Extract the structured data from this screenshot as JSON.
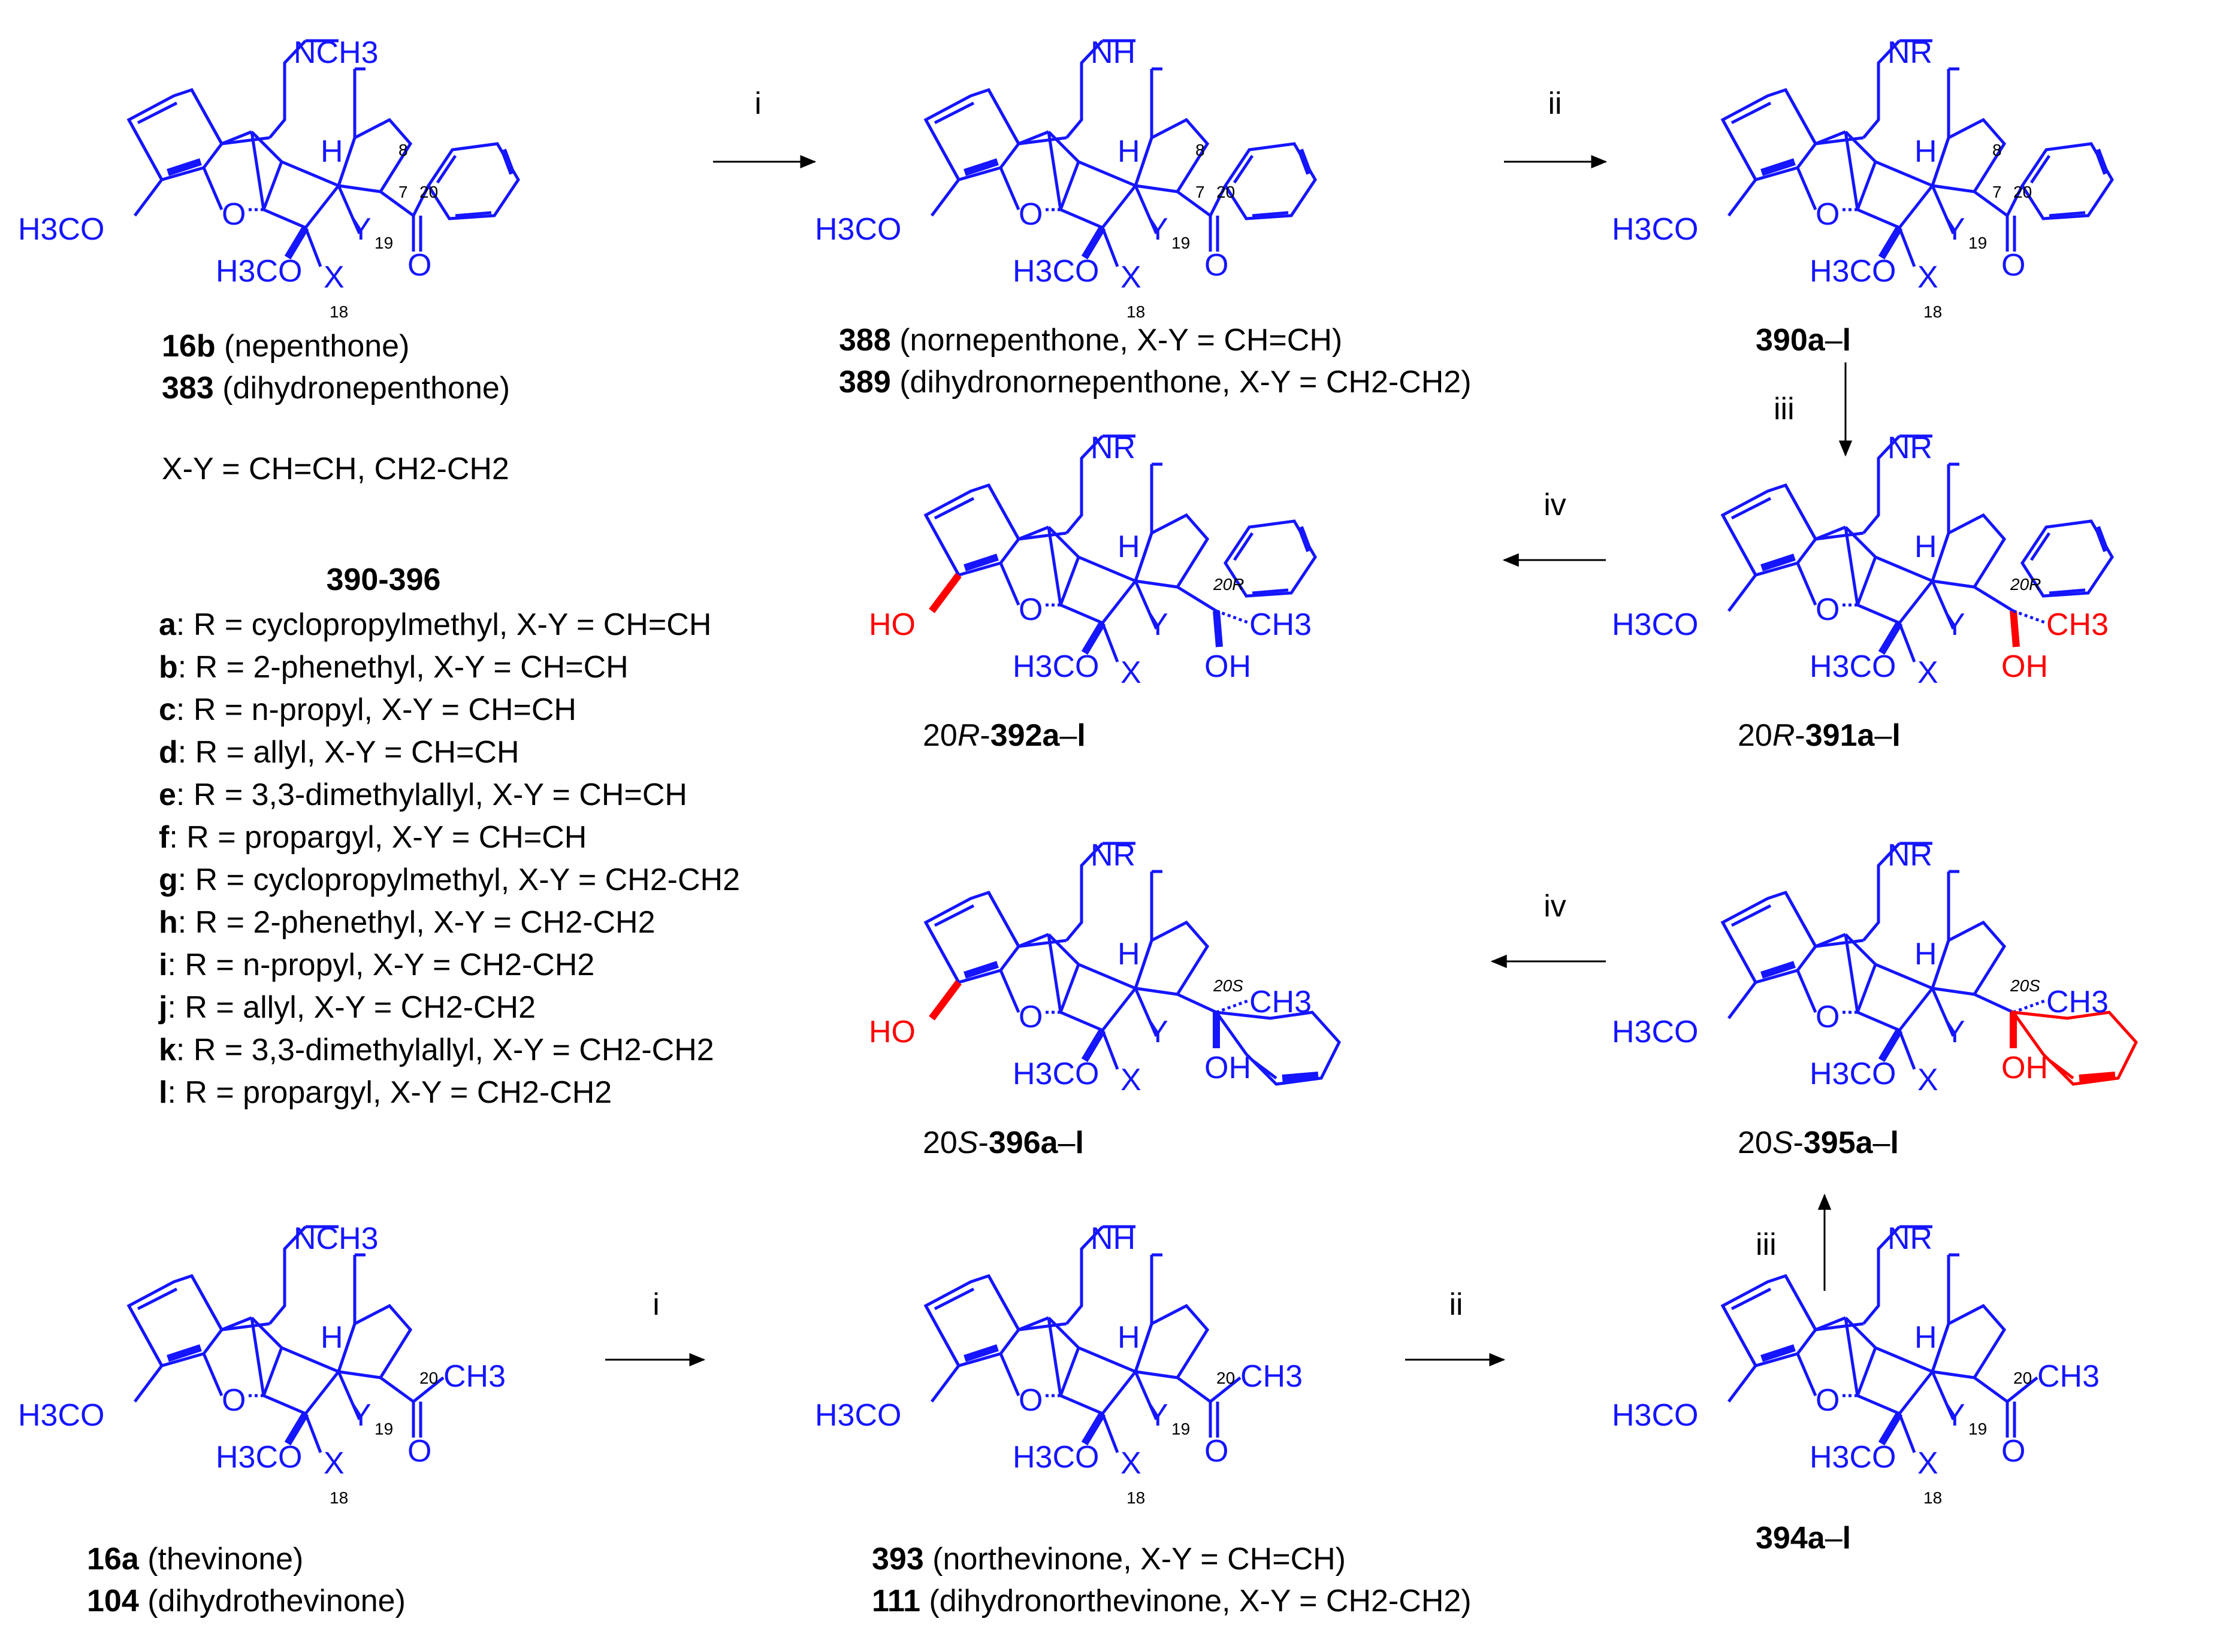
{
  "steps": {
    "i": "i",
    "ii": "ii",
    "iii": "iii",
    "iv": "iv"
  },
  "atoms": {
    "NCH3": "NCH3",
    "NH": "NH",
    "NR": "NR",
    "H3CO": "H3CO",
    "O": "O",
    "H": "H",
    "X": "X",
    "Y": "Y",
    "HO": "HO",
    "OH": "OH",
    "CH3": "CH3"
  },
  "numbering": {
    "n7": "7",
    "n8": "8",
    "n18": "18",
    "n19": "19",
    "n20": "20"
  },
  "stereo": {
    "r": "20R",
    "s": "20S"
  },
  "compounds": {
    "c16b": {
      "id": "16b",
      "name": " (nepenthone)"
    },
    "c383": {
      "id": "383",
      "name": " (dihydronepenthone)"
    },
    "xy_note": "X-Y = CH=CH, CH2-CH2",
    "c388": {
      "id": "388",
      "name": " (nornepenthone, X-Y = CH=CH)"
    },
    "c389": {
      "id": "389",
      "name": " (dihydronornepenthone, X-Y = CH2-CH2)"
    },
    "c390": {
      "id": "390a",
      "dash": "–",
      "suffix": "l"
    },
    "c391": {
      "prefix": "20",
      "italic": "R",
      "dash": "-",
      "id": "391a",
      "dash2": "–",
      "suffix": "l"
    },
    "c392": {
      "prefix": "20",
      "italic": "R",
      "dash": "-",
      "id": "392a",
      "dash2": "–",
      "suffix": "l"
    },
    "c395": {
      "prefix": "20",
      "italic": "S",
      "dash": "-",
      "id": "395a",
      "dash2": "–",
      "suffix": "l"
    },
    "c396": {
      "prefix": "20",
      "italic": "S",
      "dash": "-",
      "id": "396a",
      "dash2": "–",
      "suffix": "l"
    },
    "c16a": {
      "id": "16a",
      "name": " (thevinone)"
    },
    "c104": {
      "id": "104",
      "name": " (dihydrothevinone)"
    },
    "c393": {
      "id": "393",
      "name": " (northevinone, X-Y = CH=CH)"
    },
    "c111": {
      "id": "111",
      "name": " (dihydronorthevinone, X-Y = CH2-CH2)"
    },
    "c394": {
      "id": "394a",
      "dash": "–",
      "suffix": "l"
    }
  },
  "series": {
    "heading": "390-396",
    "items": [
      {
        "letter": "a",
        "text": ": R = cyclopropylmethyl, X-Y = CH=CH"
      },
      {
        "letter": "b",
        "text": ": R = 2-phenethyl, X-Y = CH=CH"
      },
      {
        "letter": "c",
        "text": ": R = n-propyl, X-Y = CH=CH"
      },
      {
        "letter": "d",
        "text": ": R = allyl, X-Y = CH=CH"
      },
      {
        "letter": "e",
        "text": ": R = 3,3-dimethylallyl, X-Y = CH=CH"
      },
      {
        "letter": "f",
        "text": ": R = propargyl, X-Y = CH=CH"
      },
      {
        "letter": "g",
        "text": ": R = cyclopropylmethyl, X-Y = CH2-CH2"
      },
      {
        "letter": "h",
        "text": ": R = 2-phenethyl, X-Y = CH2-CH2"
      },
      {
        "letter": "i",
        "text": ": R = n-propyl, X-Y = CH2-CH2"
      },
      {
        "letter": "j",
        "text": ": R = allyl, X-Y = CH2-CH2"
      },
      {
        "letter": "k",
        "text": ": R = 3,3-dimethylallyl, X-Y = CH2-CH2"
      },
      {
        "letter": "l",
        "text": ": R = propargyl, X-Y = CH2-CH2"
      }
    ]
  },
  "colors": {
    "structure": "#1515ff",
    "highlight": "#ff0000",
    "text": "#000000"
  }
}
